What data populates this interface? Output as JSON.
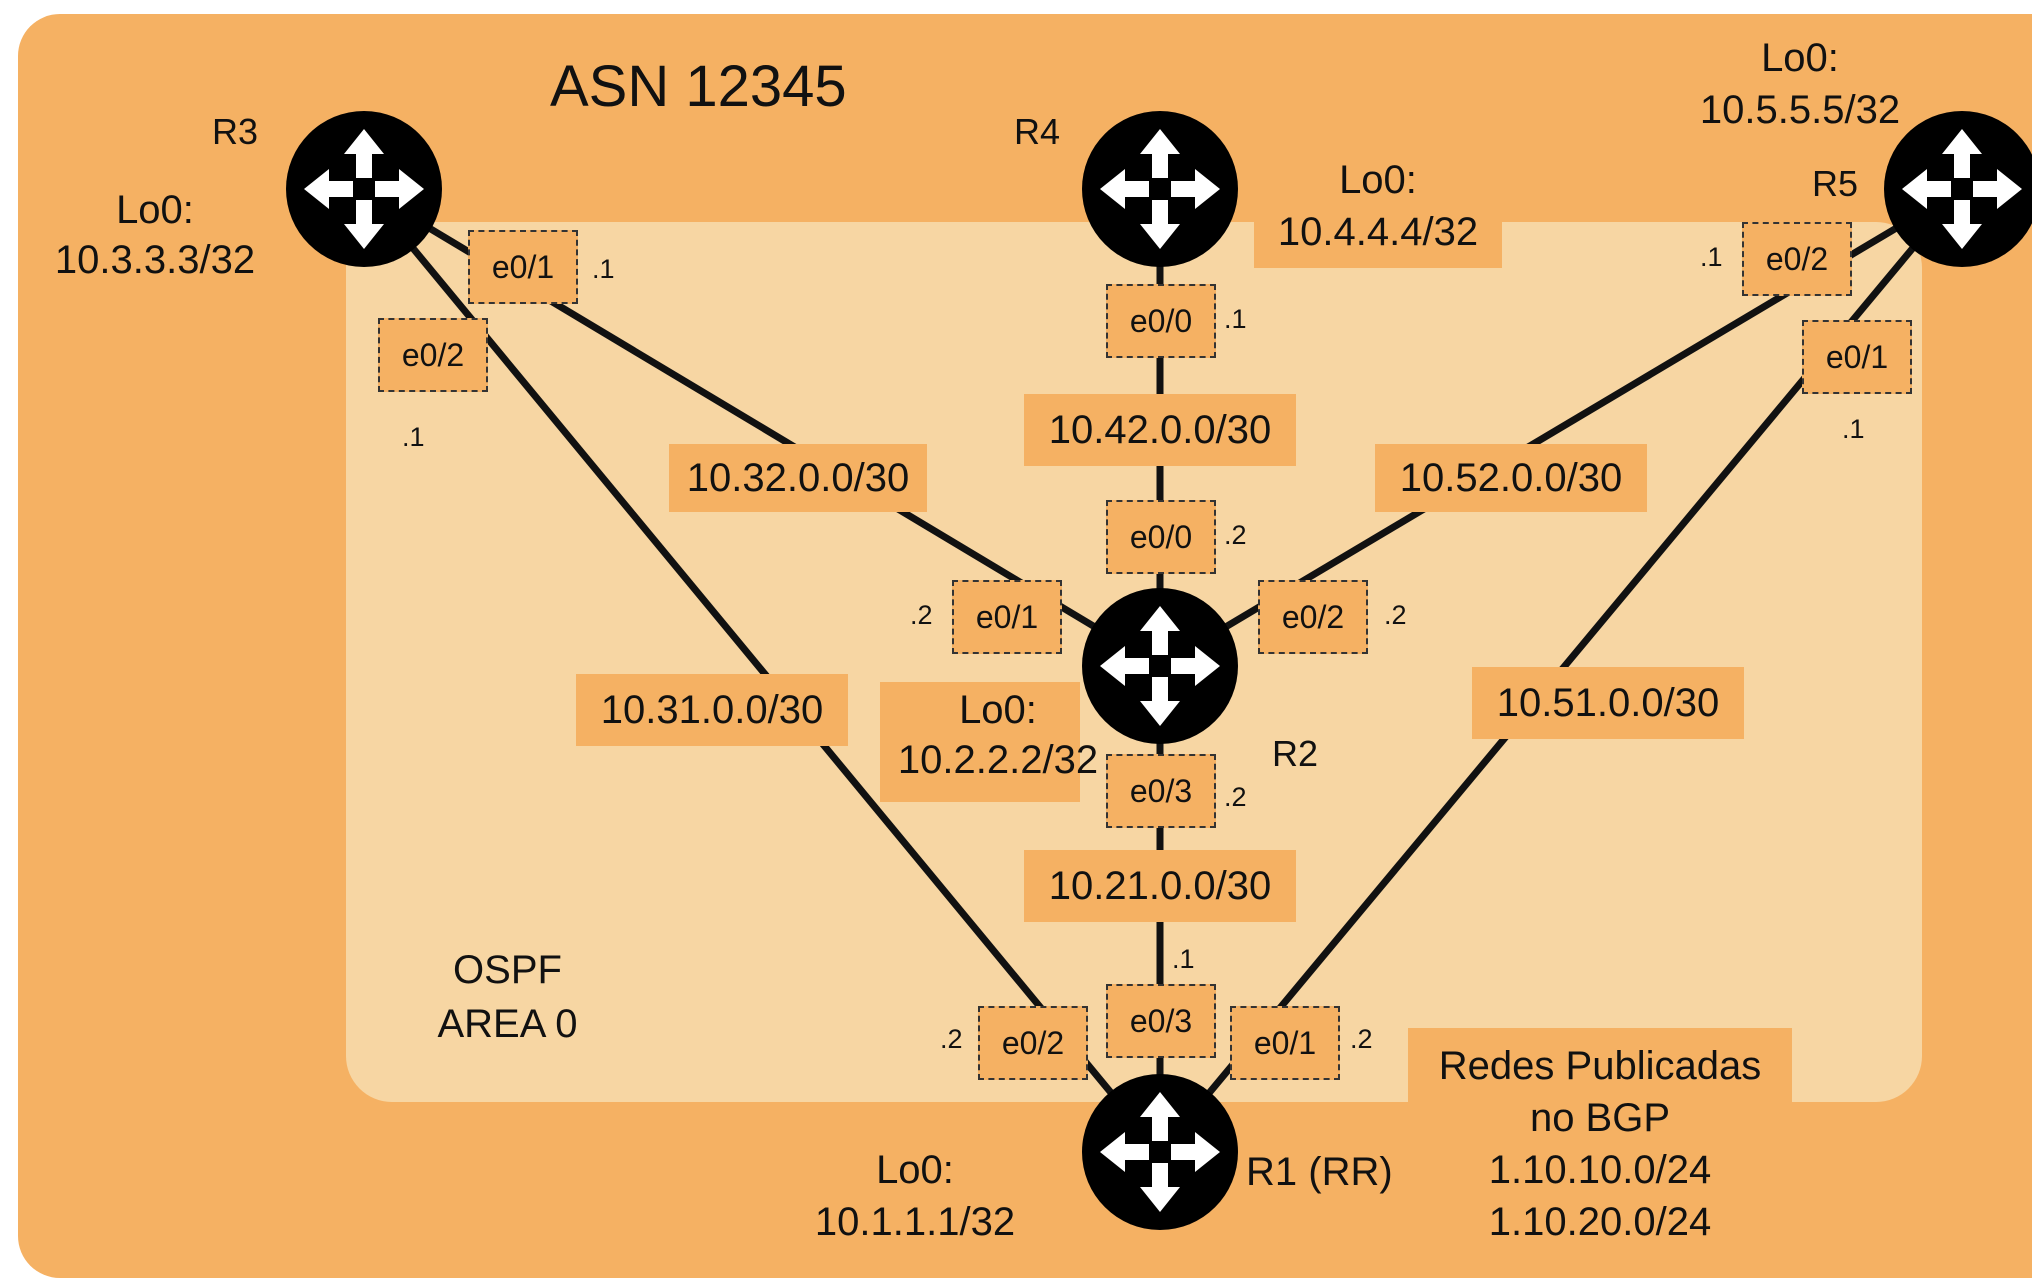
{
  "title": "ASN 12345",
  "area": {
    "line1": "OSPF",
    "line2": "AREA 0"
  },
  "routers": {
    "r1": {
      "name": "R1 (RR)",
      "lo_label": "Lo0:",
      "lo_ip": "10.1.1.1/32"
    },
    "r2": {
      "name": "R2",
      "lo_label": "Lo0:",
      "lo_ip": "10.2.2.2/32"
    },
    "r3": {
      "name": "R3",
      "lo_label": "Lo0:",
      "lo_ip": "10.3.3.3/32"
    },
    "r4": {
      "name": "R4",
      "lo_label": "Lo0:",
      "lo_ip": "10.4.4.4/32"
    },
    "r5": {
      "name": "R5",
      "lo_label": "Lo0:",
      "lo_ip": "10.5.5.5/32"
    }
  },
  "networks": {
    "n32": "10.32.0.0/30",
    "n42": "10.42.0.0/30",
    "n52": "10.52.0.0/30",
    "n31": "10.31.0.0/30",
    "n51": "10.51.0.0/30",
    "n21": "10.21.0.0/30"
  },
  "interfaces": {
    "r3_e01": {
      "name": "e0/1",
      "ip": ".1"
    },
    "r3_e02": {
      "name": "e0/2",
      "ip": ".1"
    },
    "r4_e00": {
      "name": "e0/0",
      "ip": ".1"
    },
    "r5_e02": {
      "name": "e0/2",
      "ip": ".1"
    },
    "r5_e01": {
      "name": "e0/1",
      "ip": ".1"
    },
    "r2_e00": {
      "name": "e0/0",
      "ip": ".2"
    },
    "r2_e01": {
      "name": "e0/1",
      "ip": ".2"
    },
    "r2_e02": {
      "name": "e0/2",
      "ip": ".2"
    },
    "r2_e03": {
      "name": "e0/3",
      "ip": ".2"
    },
    "r1_e03": {
      "name": "e0/3",
      "ip": ".1"
    },
    "r1_e02": {
      "name": "e0/2",
      "ip": ".2"
    },
    "r1_e01": {
      "name": "e0/1",
      "ip": ".2"
    }
  },
  "bgp": {
    "title1": "Redes Publicadas",
    "title2": "no BGP",
    "prefixes": [
      "1.10.10.0/24",
      "1.10.20.0/24"
    ]
  },
  "colors": {
    "outer": "#f5b163",
    "area": "#f7d6a3",
    "router": "#000000",
    "link": "#111111"
  },
  "icons": {
    "router": "router-icon"
  }
}
